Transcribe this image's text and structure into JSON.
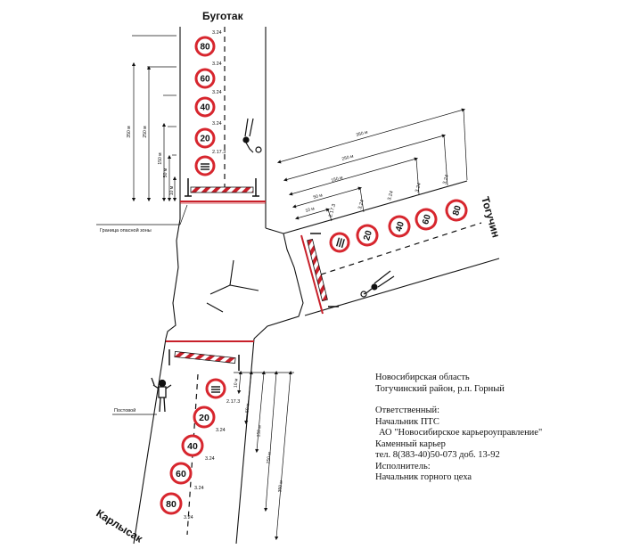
{
  "roads": {
    "top": "Буготак",
    "right": "Тогучин",
    "bottom": "Карлысак"
  },
  "labels": {
    "danger_zone_border": "Граница опасной зоны",
    "post": "Постовой"
  },
  "signs": {
    "limit_80": "80",
    "limit_60": "60",
    "limit_40": "40",
    "limit_20": "20",
    "code_3_24": "3.24",
    "code_2_17_3": "2.17.3"
  },
  "distances": {
    "d350": "350 м",
    "d250": "250 м",
    "d150": "150 м",
    "d50": "50 м",
    "d10": "10 м"
  },
  "info": {
    "line1": "Новосибирская область",
    "line2": "Тогучинский район, р.п. Горный",
    "line3": "Ответственный:",
    "line4": "Начальник ПТС",
    "line5": "АО \"Новосибирское карьероуправление\"",
    "line6": "Каменный карьер",
    "line7": "тел. 8(383-40)50-073 доб. 13-92",
    "line8": "Исполнитель:",
    "line9": "Начальник горного цеха"
  },
  "colors": {
    "sign_red": "#d7262e",
    "zone_red": "#c8202a",
    "ink": "#111111"
  }
}
